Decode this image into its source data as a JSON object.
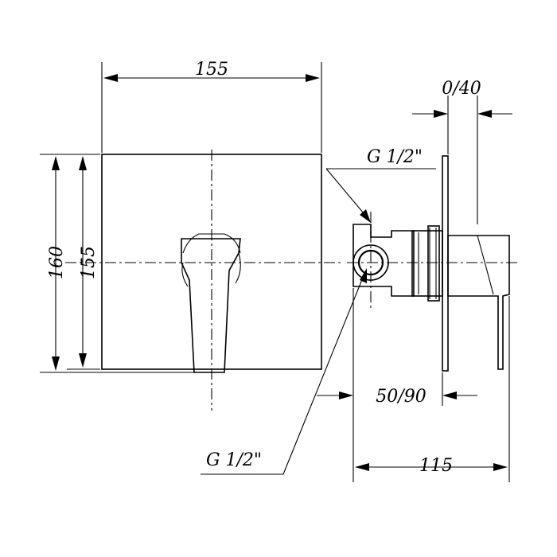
{
  "dimensions": {
    "plate_width": "155",
    "plate_height_outer": "160",
    "plate_height_inner": "155",
    "adjust_range_top": "0/40",
    "thread_top": "G 1/2\"",
    "thread_bottom": "G 1/2\"",
    "depth_range": "50/90",
    "depth_total": "115"
  }
}
